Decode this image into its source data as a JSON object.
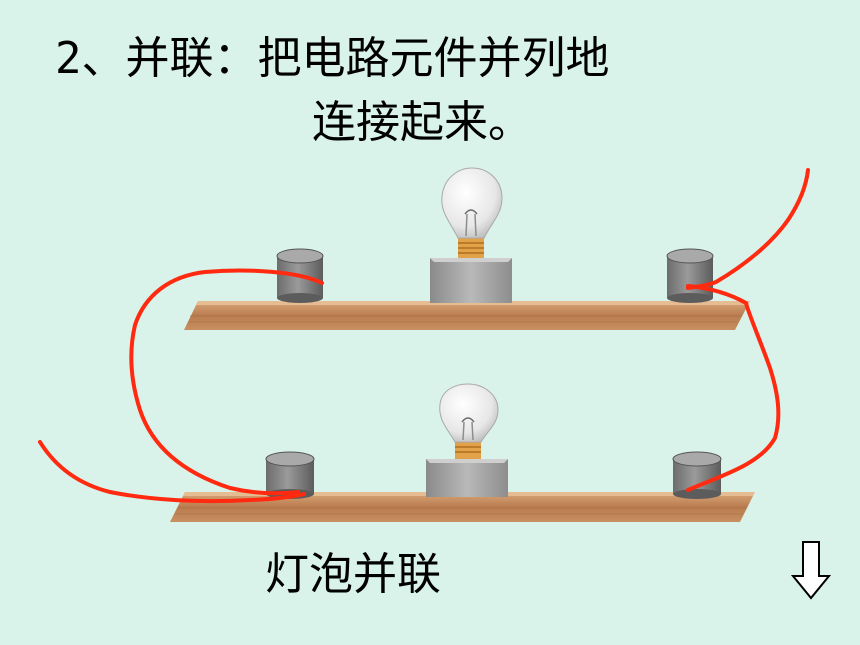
{
  "slide": {
    "heading_number": "2、",
    "heading_term": "并联：",
    "heading_text_line1": "把电路元件并列地",
    "heading_text_line2": "连接起来。",
    "caption": "灯泡并联"
  },
  "colors": {
    "background": "#d9f3ea",
    "wire": "#ff2a10",
    "board": "#c2875a",
    "terminal": "#7d7d7d"
  },
  "icons": {
    "bulb": "light-bulb-icon",
    "nav": "down-arrow-icon"
  }
}
